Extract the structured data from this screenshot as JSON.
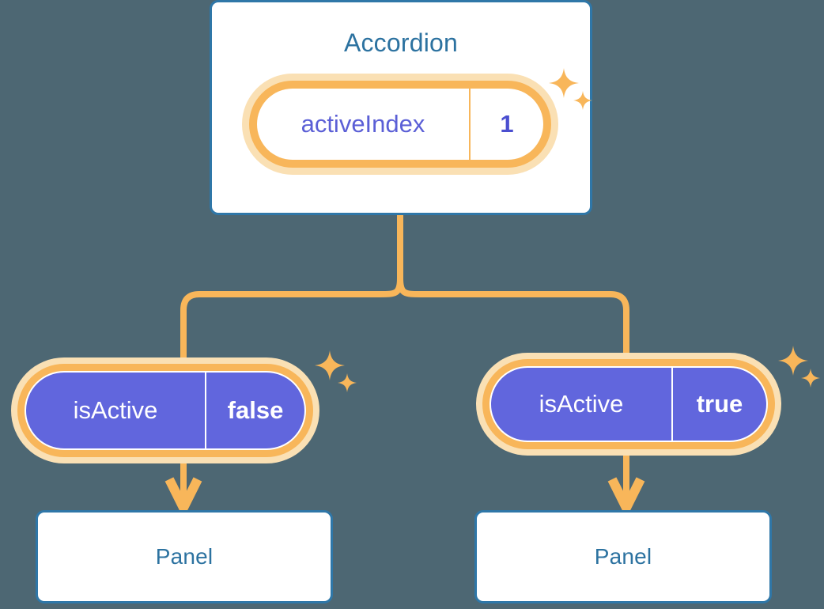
{
  "background_color": "#4d6773",
  "palette": {
    "card_border": "#2f77a8",
    "card_title": "#2c72a0",
    "pill_ring": "#f8b65a",
    "pill_glow": "#fae0b4",
    "pill_fill": "#6166dd",
    "pill_text_on_fill": "#ffffff",
    "pill_text_indigo": "#5b5fd6",
    "connector": "#f8b65a"
  },
  "diagram": {
    "type": "component-state-tree",
    "root": {
      "title": "Accordion",
      "state_pill": {
        "key": "activeIndex",
        "value": "1",
        "style": "hollow"
      },
      "sparkle": "sparkle-icon"
    },
    "children": [
      {
        "state_pill": {
          "key": "isActive",
          "value": "false",
          "style": "filled"
        },
        "sparkle": "sparkle-icon",
        "component": {
          "title": "Panel"
        },
        "arrow": "arrow-down-icon"
      },
      {
        "state_pill": {
          "key": "isActive",
          "value": "true",
          "style": "filled"
        },
        "sparkle": "sparkle-icon",
        "component": {
          "title": "Panel"
        },
        "arrow": "arrow-down-icon"
      }
    ]
  }
}
